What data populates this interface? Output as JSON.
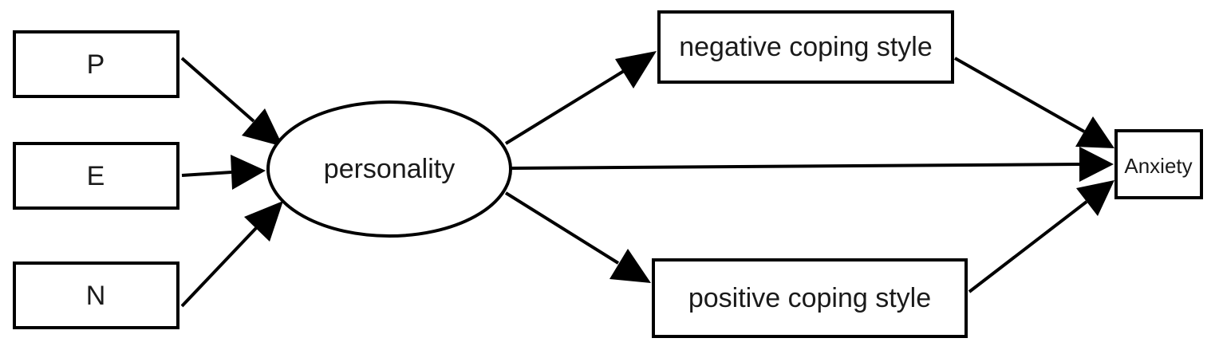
{
  "nodes": {
    "p": {
      "label": "P"
    },
    "e": {
      "label": "E"
    },
    "n": {
      "label": "N"
    },
    "personality": {
      "label": "personality"
    },
    "negative_coping": {
      "label": "negative coping style"
    },
    "positive_coping": {
      "label": "positive coping style"
    },
    "anxiety": {
      "label": "Anxiety"
    }
  },
  "edges": [
    {
      "from": "p",
      "to": "personality"
    },
    {
      "from": "e",
      "to": "personality"
    },
    {
      "from": "n",
      "to": "personality"
    },
    {
      "from": "personality",
      "to": "negative_coping"
    },
    {
      "from": "personality",
      "to": "anxiety"
    },
    {
      "from": "personality",
      "to": "positive_coping"
    },
    {
      "from": "negative_coping",
      "to": "anxiety"
    },
    {
      "from": "positive_coping",
      "to": "anxiety"
    }
  ],
  "colors": {
    "stroke": "#000000",
    "text": "#1a1a1a",
    "background": "#ffffff"
  }
}
